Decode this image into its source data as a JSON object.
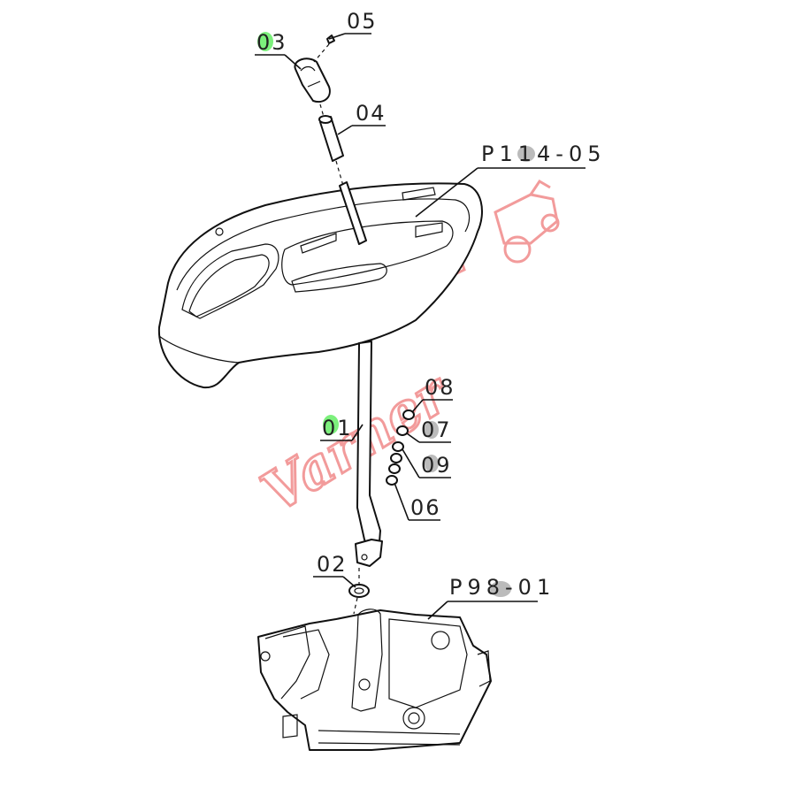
{
  "diagram": {
    "callouts": [
      {
        "id": "01",
        "label": "01",
        "highlight": "#7cf07c"
      },
      {
        "id": "02",
        "label": "02",
        "highlight": ""
      },
      {
        "id": "03",
        "label": "03",
        "highlight": "#7cf07c"
      },
      {
        "id": "04",
        "label": "04",
        "highlight": ""
      },
      {
        "id": "05",
        "label": "05",
        "highlight": ""
      },
      {
        "id": "06",
        "label": "06",
        "highlight": ""
      },
      {
        "id": "07",
        "label": "07",
        "highlight": ""
      },
      {
        "id": "08",
        "label": "08",
        "highlight": ""
      },
      {
        "id": "09",
        "label": "09",
        "highlight": ""
      },
      {
        "id": "P114-05",
        "label": "P114-05",
        "highlight": ""
      },
      {
        "id": "P98-01",
        "label": "P98-01",
        "highlight": ""
      }
    ],
    "watermark": {
      "text": "Varner",
      "color": "#f08a8a"
    },
    "colors": {
      "line": "#111111",
      "text": "#222222",
      "label_smudge": "#bbbbbb"
    }
  }
}
